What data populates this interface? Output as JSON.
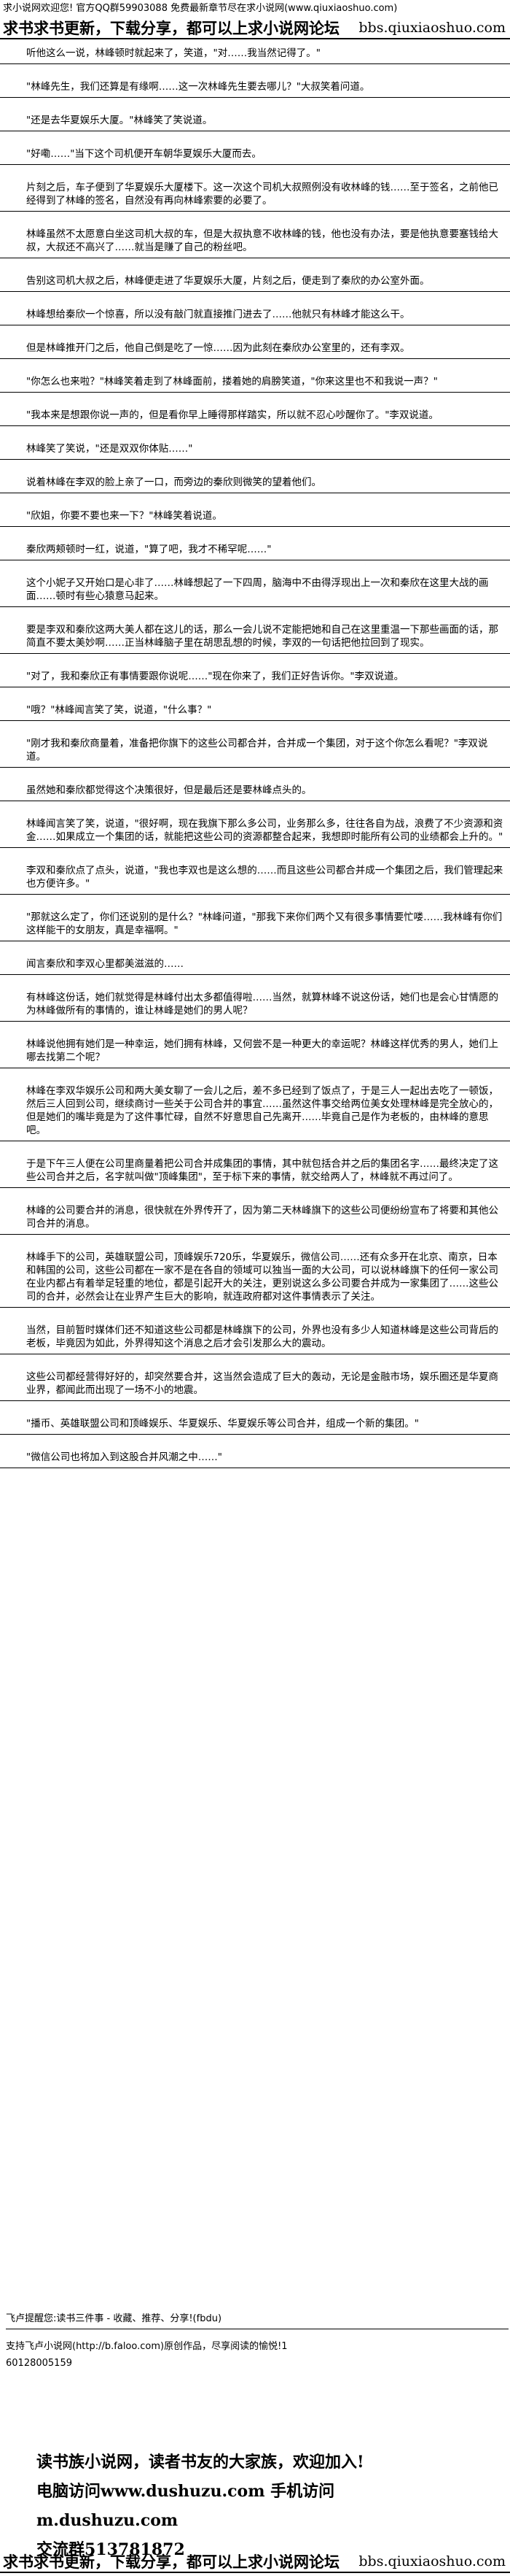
{
  "top_line": "求小说网欢迎您! 官方QQ群59903088 免费最新章节尽在求小说网(www.qiuxiaoshuo.com)",
  "header": {
    "left": "求书求书更新，下载分享，都可以上求小说网论坛",
    "right": "bbs.qiuxiaoshuo.com"
  },
  "paragraphs": [
    "听他这么一说，林峰顿时就起来了，笑道，\"对……我当然记得了。\"",
    "\"林峰先生，我们还算是有缘啊……这一次林峰先生要去哪儿？\"大叔笑着问道。",
    "\"还是去华夏娱乐大厦。\"林峰笑了笑说道。",
    "\"好嘞……\"当下这个司机便开车朝华夏娱乐大厦而去。",
    "片刻之后，车子便到了华夏娱乐大厦楼下。这一次这个司机大叔照例没有收林峰的钱……至于签名，之前他已经得到了林峰的签名，自然没有再向林峰索要的必要了。",
    "林峰虽然不太愿意白坐这司机大叔的车，但是大叔执意不收林峰的钱，他也没有办法，要是他执意要塞钱给大叔，大叔还不高兴了……就当是赚了自己的粉丝吧。",
    "告别这司机大叔之后，林峰便走进了华夏娱乐大厦，片刻之后，便走到了秦欣的办公室外面。",
    "林峰想给秦欣一个惊喜，所以没有敲门就直接推门进去了……他就只有林峰才能这么干。",
    "但是林峰推开门之后，他自己倒是吃了一惊……因为此刻在秦欣办公室里的，还有李双。",
    "\"你怎么也来啦？\"林峰笑着走到了林峰面前，搂着她的肩膀笑道，\"你来这里也不和我说一声？\"",
    "\"我本来是想跟你说一声的，但是看你早上睡得那样踏实，所以就不忍心吵醒你了。\"李双说道。",
    "林峰笑了笑说，\"还是双双你体贴……\"",
    "说着林峰在李双的脸上亲了一口，而旁边的秦欣则微笑的望着他们。",
    "\"欣姐，你要不要也来一下？\"林峰笑着说道。",
    "秦欣两颊顿时一红，说道，\"算了吧，我才不稀罕呢……\"",
    "这个小妮子又开始口是心非了……林峰想起了一下四周，脑海中不由得浮现出上一次和秦欣在这里大战的画面……顿时有些心猿意马起来。",
    "要是李双和秦欣这两大美人都在这儿的话，那么一会儿说不定能把她和自己在这里重温一下那些画面的话，那简直不要太美妙啊……正当林峰脑子里在胡思乱想的时候，李双的一句话把他拉回到了现实。",
    "\"对了，我和秦欣正有事情要跟你说呢……\"现在你来了，我们正好告诉你。\"李双说道。",
    "\"哦？\"林峰闻言笑了笑，说道，\"什么事？\"",
    "\"刚才我和秦欣商量着，准备把你旗下的这些公司都合并，合并成一个集团，对于这个你怎么看呢？\"李双说道。",
    "虽然她和秦欣都觉得这个决策很好，但是最后还是要林峰点头的。",
    "林峰闻言笑了笑，说道，\"很好啊，现在我旗下那么多公司，业务那么多，往往各自为战，浪费了不少资源和资金……如果成立一个集团的话，就能把这些公司的资源都整合起来，我想即时能所有公司的业绩都会上升的。\"",
    "李双和秦欣点了点头，说道，\"我也李双也是这么想的……而且这些公司都合并成一个集团之后，我们管理起来也方便许多。\"",
    "\"那就这么定了，你们还说别的是什么？\"林峰问道，\"那我下来你们两个又有很多事情要忙喽……我林峰有你们这样能干的女朋友，真是幸福啊。\"",
    "闻言秦欣和李双心里都美滋滋的……",
    "有林峰这份话，她们就觉得是林峰付出太多都值得啦……当然，就算林峰不说这份话，她们也是会心甘情愿的为林峰做所有的事情的，谁让林峰是她们的男人呢？",
    "林峰说他拥有她们是一种幸运，她们拥有林峰，又何尝不是一种更大的幸运呢？林峰这样优秀的男人，她们上哪去找第二个呢？",
    "林峰在李双华娱乐公司和两大美女聊了一会儿之后，差不多已经到了饭点了，于是三人一起出去吃了一顿饭，然后三人回到公司，继续商讨一些关于公司合并的事宜……虽然这件事交给两位美女处理林峰是完全放心的，但是她们的嘴毕竟是为了这件事忙碌，自然不好意思自己先离开……毕竟自己是作为老板的，由林峰的意思吧。",
    "于是下午三人便在公司里商量着把公司合并成集团的事情，其中就包括合并之后的集团名字……最终决定了这些公司合并之后，名字就叫做\"顶峰集团\"，至于标下来的事情，就交给两人了，林峰就不再过问了。",
    "林峰的公司要合并的消息，很快就在外界传开了，因为第二天林峰旗下的这些公司便纷纷宣布了将要和其他公司合并的消息。",
    "林峰手下的公司，英雄联盟公司，顶峰娱乐720乐，华夏娱乐，微信公司……还有众多开在北京、南京，日本和韩国的公司，这些公司都在一家不是在各自的领域可以独当一面的大公司，可以说林峰旗下的任何一家公司在业内都占有着举足轻重的地位，都是引起开大的关注，更别说这么多公司要合并成为一家集团了……这些公司的合并，必然会让在业界产生巨大的影响，就连政府都对这件事情表示了关注。",
    "当然，目前暂时媒体们还不知道这些公司都是林峰旗下的公司，外界也没有多少人知道林峰是这些公司背后的老板，毕竟因为如此，外界得知这个消息之后才会引发那么大的震动。",
    "这些公司都经营得好好的，却突然要合并，这当然会造成了巨大的轰动，无论是金融市场，娱乐圈还是华夏商业界，都闻此而出现了一场不小的地震。",
    "\"播币、英雄联盟公司和顶峰娱乐、华夏娱乐、华夏娱乐等公司合并，组成一个新的集团。\"",
    "\"微信公司也将加入到这股合并风潮之中……\""
  ],
  "footer": {
    "line1": "飞卢提醒您:读书三件事 - 收藏、推荐、分享!(fbdu)",
    "line2": "支持飞卢小说网(http://b.faloo.com)原创作品，尽享阅读的愉悦!1",
    "line3": "60128005159"
  },
  "promo": {
    "line1": "读书族小说网，读者书友的大家族，欢迎加入!",
    "line2": "电脑访问www.dushuzu.com 手机访问m.dushuzu.com",
    "line3": "交流群513781872"
  }
}
